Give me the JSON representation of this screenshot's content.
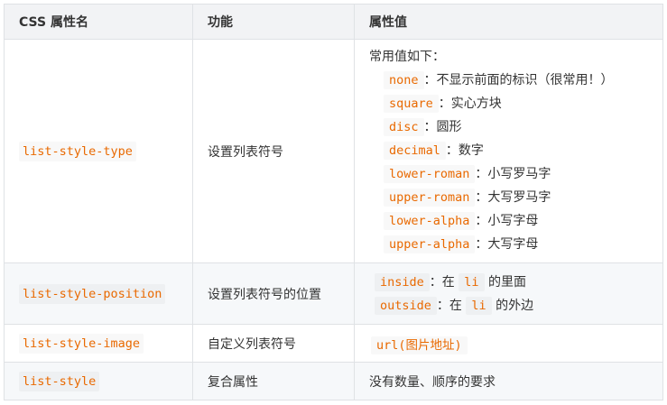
{
  "headers": [
    "CSS 属性名",
    "功能",
    "属性值"
  ],
  "rows": [
    {
      "name": "list-style-type",
      "func": "设置列表符号",
      "values_title": "常用值如下：",
      "values": [
        {
          "code": "none",
          "desc": "：不显示前面的标识（很常用！）"
        },
        {
          "code": "square",
          "desc": "：实心方块"
        },
        {
          "code": "disc",
          "desc": "：圆形"
        },
        {
          "code": "decimal",
          "desc": "：数字"
        },
        {
          "code": "lower-roman",
          "desc": "：小写罗马字"
        },
        {
          "code": "upper-roman",
          "desc": "：大写罗马字"
        },
        {
          "code": "lower-alpha",
          "desc": "：小写字母"
        },
        {
          "code": "upper-alpha",
          "desc": "：大写字母"
        }
      ]
    },
    {
      "name": "list-style-position",
      "func": "设置列表符号的位置",
      "values": [
        {
          "code": "inside",
          "mid": "：在",
          "code2": "li",
          "desc": "的里面"
        },
        {
          "code": "outside",
          "mid": "：在",
          "code2": "li",
          "desc": "的外边"
        }
      ]
    },
    {
      "name": "list-style-image",
      "func": "自定义列表符号",
      "value_code": "url(图片地址)"
    },
    {
      "name": "list-style",
      "func": "复合属性",
      "value_text": "没有数量、顺序的要求"
    }
  ]
}
